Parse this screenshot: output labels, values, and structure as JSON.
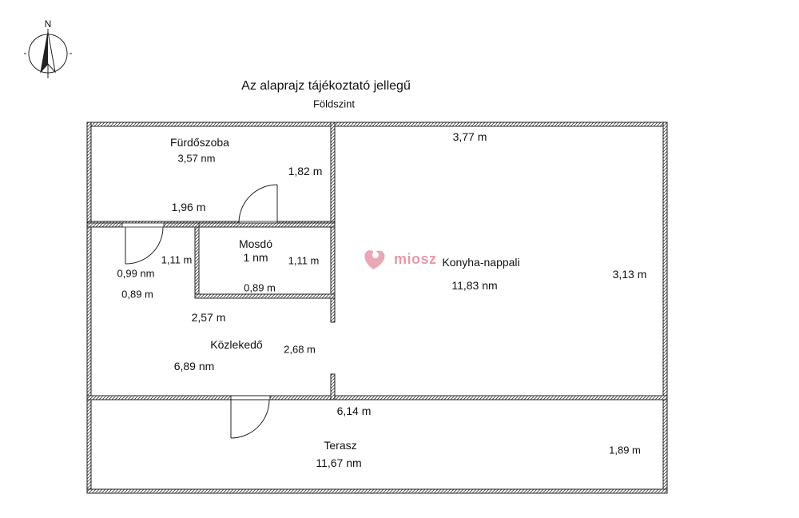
{
  "title": "Az alaprajz tájékoztató jellegű",
  "subtitle": "Földszint",
  "compass": {
    "label": "N"
  },
  "logo": {
    "text": "miosz"
  },
  "rooms": {
    "furdoszoba": {
      "name": "Fürdőszoba",
      "area": "3,57 nm",
      "dim_h": "1,82 m",
      "dim_w": "1,96 m"
    },
    "mosdo": {
      "name": "Mosdó",
      "area": "1 nm",
      "dim_h": "1,11 m",
      "dim_w": "0,89 m"
    },
    "kamra": {
      "area": "0,99 nm",
      "dim_h": "1,11 m",
      "dim_w": "0,89 m"
    },
    "kozlekedo": {
      "name": "Közlekedő",
      "area": "6,89 nm",
      "dim_w": "2,57 m",
      "dim_h": "2,68 m"
    },
    "konyha": {
      "name": "Konyha-nappali",
      "area": "11,83 nm",
      "dim_w": "3,77 m",
      "dim_h": "3,13 m"
    },
    "terasz": {
      "name": "Terasz",
      "area": "11,67 nm",
      "dim_w": "6,14 m",
      "dim_h": "1,89 m"
    }
  }
}
